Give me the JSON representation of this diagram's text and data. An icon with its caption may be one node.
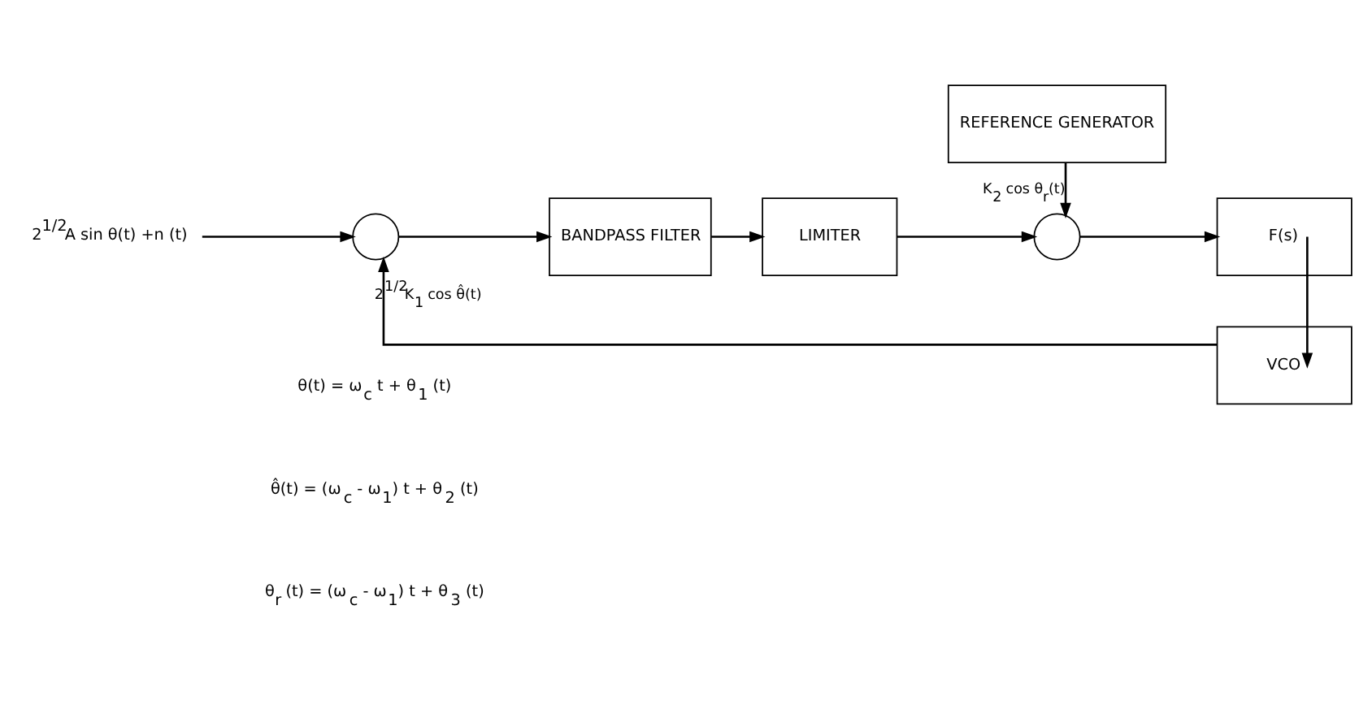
{
  "diagram": {
    "nodes": [
      {
        "text": [
          "2$^{1/2}$A sin θ(t) +n (t)"
        ]
      },
      {
        "text": [],
        "shape": "circle"
      },
      {
        "text": [
          "BANDPASS FILTER"
        ]
      },
      {
        "text": [
          "LIMITER"
        ]
      },
      {
        "text": [
          "REFERENCE GENERATOR"
        ]
      },
      {
        "text": [],
        "shape": "circle"
      },
      {
        "text": [
          "F(s)"
        ]
      },
      {
        "text": [
          "VCO"
        ]
      }
    ],
    "edges": [
      {
        "from": 0,
        "to": 1,
        "arrow": "to"
      },
      {
        "from": 1,
        "to": 2,
        "arrow": "to"
      },
      {
        "from": 2,
        "to": 3,
        "arrow": "to"
      },
      {
        "from": 3,
        "to": 5,
        "arrow": "to"
      },
      {
        "from": 4,
        "to": 5,
        "arrow": "to",
        "label": "K$_{2}$ cos θ$_{r}$(t)"
      },
      {
        "from": 5,
        "to": 6,
        "arrow": "to"
      },
      {
        "from": 6,
        "to": 7,
        "arrow": "to"
      },
      {
        "from": 7,
        "to": 1,
        "arrow": "to",
        "label": "2$^{1/2}$K$_{1}$ cos θ̂(t)"
      }
    ],
    "labels": [
      "θ(t) = ω$_{c}$ t + θ$_{1}$ (t)",
      "θ̂(t) = (ω$_{c}$ - ω$_{1}$) t + θ$_{2}$ (t)",
      "θ$_{r}$ (t) = (ω$_{c}$ - ω$_{1}$) t + θ$_{3}$ (t)"
    ]
  }
}
